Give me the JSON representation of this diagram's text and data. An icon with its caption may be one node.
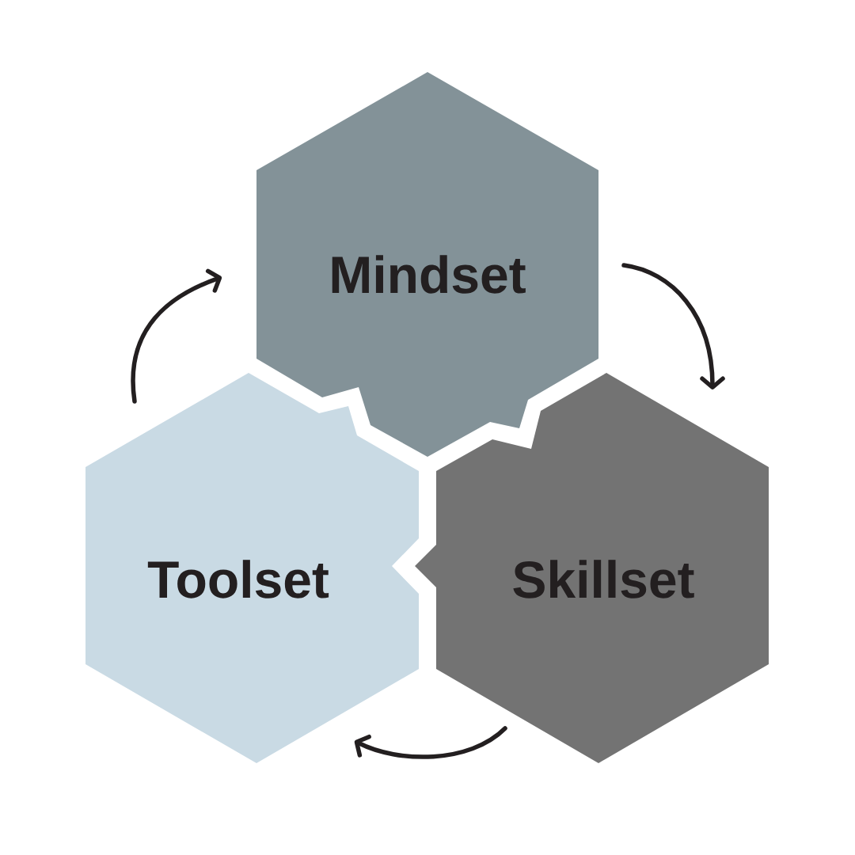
{
  "diagram": {
    "nodes": [
      {
        "text": [
          "Mindset"
        ]
      },
      {
        "text": [
          "Toolset"
        ]
      },
      {
        "text": [
          "Skillset"
        ]
      }
    ],
    "edges": [
      {
        "from": 0,
        "to": 2,
        "arrow": "to"
      },
      {
        "from": 2,
        "to": 1,
        "arrow": "to"
      },
      {
        "from": 1,
        "to": 0,
        "arrow": "to"
      }
    ]
  }
}
